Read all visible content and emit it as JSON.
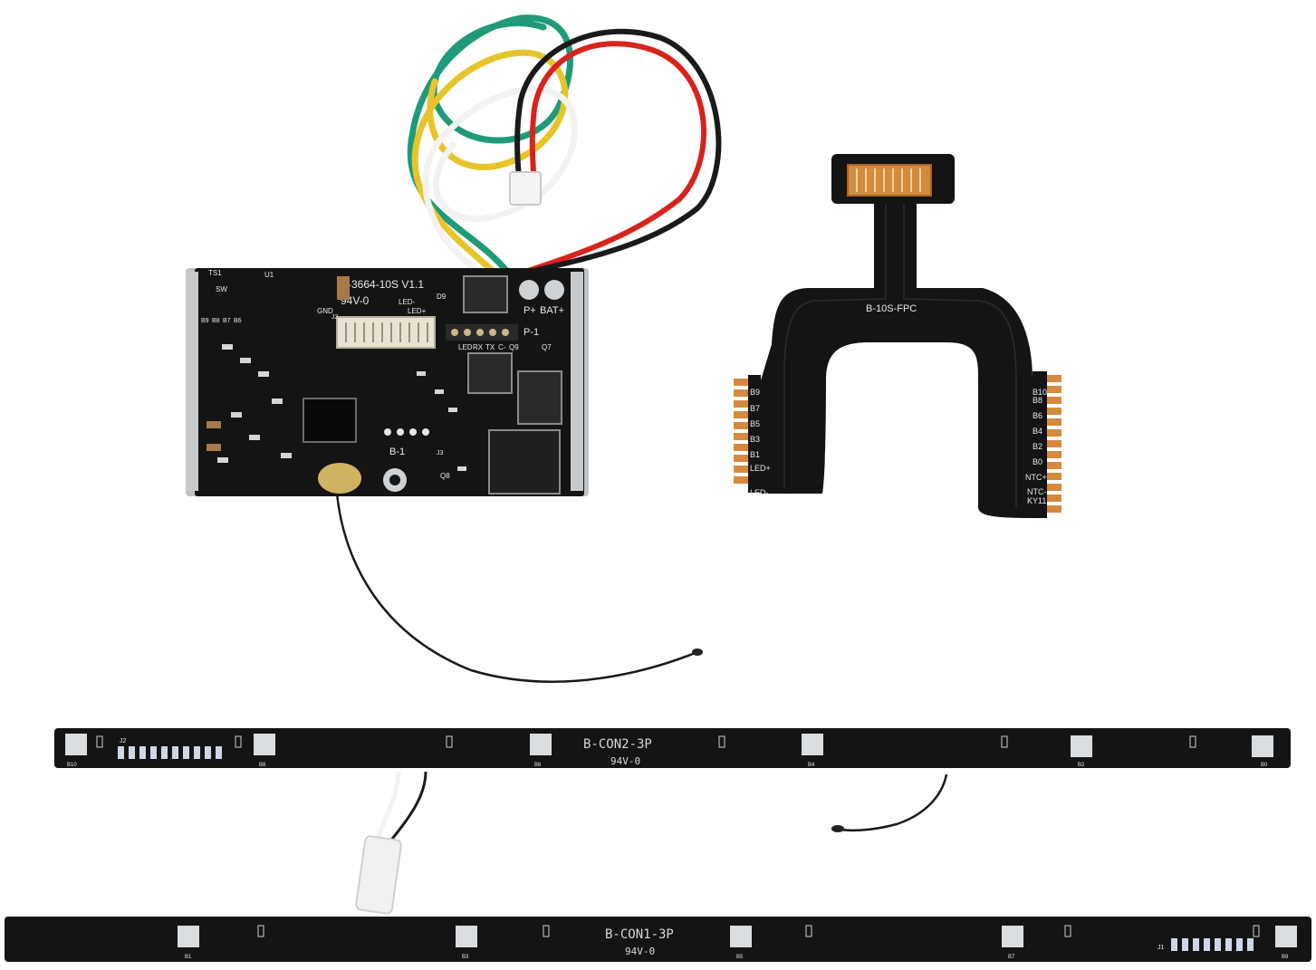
{
  "main_board": {
    "model": "B-3664-10S V1.1",
    "rating": "94V-0",
    "pad_labels": [
      "TS1",
      "SW",
      "U1",
      "GND",
      "LED-",
      "LED+",
      "P+",
      "BAT+",
      "P-1",
      "Q7",
      "Q8",
      "Q9",
      "D9",
      "B-1",
      "J3",
      "J2"
    ],
    "header_pins": [
      "LED",
      "RX",
      "TX",
      "C-"
    ],
    "balance_labels": [
      "B9",
      "B8",
      "B7",
      "B6"
    ]
  },
  "fpc": {
    "model": "B-10S-FPC",
    "left_pads": [
      "B9",
      "B7",
      "B5",
      "B3",
      "B1",
      "LED+",
      "LED-"
    ],
    "right_pads": [
      "B10",
      "B8",
      "B6",
      "B4",
      "B2",
      "B0",
      "NTC+",
      "NTC-",
      "KY11"
    ]
  },
  "strip_top": {
    "model": "B-CON2-3P",
    "rating": "94V-0",
    "pad_labels": [
      "B10",
      "B8",
      "B6",
      "B4",
      "B2",
      "B0"
    ],
    "connector": "J2"
  },
  "strip_bottom": {
    "model": "B-CON1-3P",
    "rating": "94V-0",
    "pad_labels": [
      "B1",
      "B3",
      "B5",
      "B7",
      "B9"
    ],
    "connector": "J1"
  },
  "colors": {
    "pcb": "#141414",
    "silkscreen": "#e9e9e9",
    "wire_green": "#1f9a7a",
    "wire_yellow": "#e7c52a",
    "wire_white": "#f2f2f2",
    "wire_red": "#d8231c",
    "wire_black": "#1a1a1a",
    "gold_pad": "#d58a3e",
    "thermistor_tape": "#e5c36a"
  }
}
